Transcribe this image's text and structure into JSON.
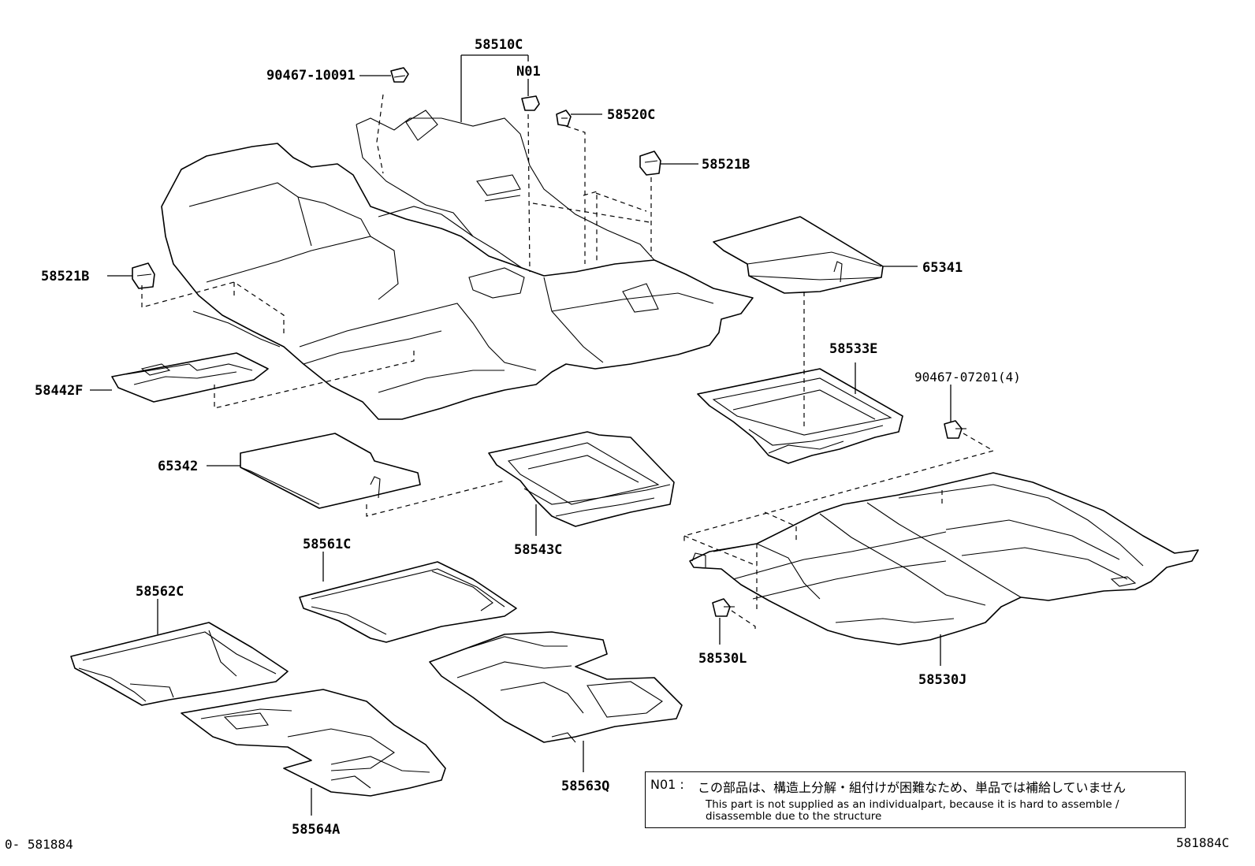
{
  "part_labels": {
    "p58510C": "58510C",
    "p90467_10091": "90467-10091",
    "pN01": "N01",
    "p58520C": "58520C",
    "p58521B_right": "58521B",
    "p58521B_left": "58521B",
    "p65341": "65341",
    "p58533E": "58533E",
    "p90467_07201": "90467-07201(4)",
    "p58442F": "58442F",
    "p65342": "65342",
    "p58543C": "58543C",
    "p58561C": "58561C",
    "p58562C": "58562C",
    "p58530L": "58530L",
    "p58530J": "58530J",
    "p58563Q": "58563Q",
    "p58564A": "58564A"
  },
  "note": {
    "code": "N01 :",
    "jp": "この部品は、構造上分解・組付けが困難なため、単品では補給していません",
    "en": "This part is not supplied as an individualpart, because it is hard to assemble / disassemble due to the structure"
  },
  "footer": {
    "left": "0- 581884",
    "right": "581884C"
  }
}
